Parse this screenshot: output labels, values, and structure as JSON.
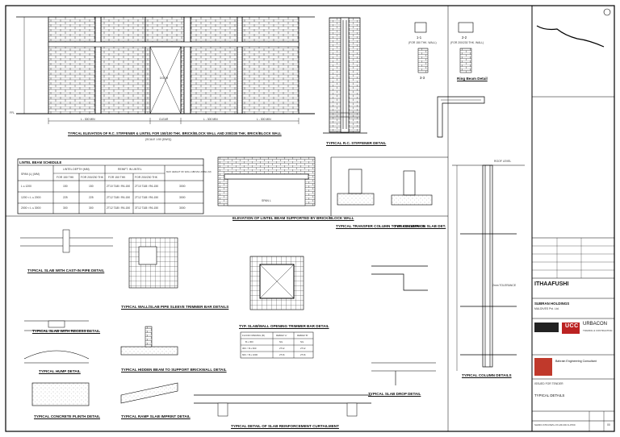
{
  "drawing_titles": {
    "elevation": "TYPICAL ELEVATION OF R.C. STIFFENER & LINTEL FOR 150/100 THK. BRICK/BLOCK WALL AND 200/230 THK. BRICK/BLOCK WALL",
    "elevation_sub": "(SCALE 1:50 (DWG))",
    "stiffener": "TYPICAL R.C. STIFFENER DETAIL",
    "ring_beam": "Ring Beam Detail",
    "lintel_elevation": "ELEVATION OF LINTEL BEAM SUPPORTED BY BRICK/BLOCK WALL",
    "transfer_column": "TYPICAL TRANSFER COLUMN TO BEAM DETAILS",
    "column_on_slab": "TYP. COLUMN ON SLAB DET.",
    "slab_cast_in_pipe": "TYPICAL SLAB WITH CAST-IN PIPE DETAIL",
    "trimmer_bar": "TYPICAL WALL/SLAB PIPE SLEEVE TRIMMER BAR DETAILS",
    "recess": "TYPICAL SLAB WITH RECESS DETAIL",
    "hump": "TYPICAL HUMP DETAIL",
    "hidden_beam": "TYPICAL HIDDEN BEAM TO SUPPORT BRICKWALL DETAIL",
    "slab_opening": "TYP. SLAB/WALL OPENING TRIMMER BAR DETAIL",
    "slab_drop": "TYPICAL SLAB DROP DETAIL",
    "concrete_plinth": "TYPICAL CONCRETE PLINTH DETAIL",
    "ramp": "TYPICAL RAMP SLAB IMPRINT DETAIL",
    "curtailment": "TYPICAL DETAIL OF SLAB REINFORCEMENT CURTAILMENT",
    "column_details": "TYPICAL COLUMN DETAILS",
    "roof_level": "ROOF LEVEL"
  },
  "lintel_schedule": {
    "title": "LINTEL BEAM SCHEDULE",
    "headers": [
      "SPAN (L) (MM)",
      "LINTEL DEPTH (MM)",
      "REINFT. IN LINTEL",
      "MAX HEIGHT OF WALL ABOVE LINTEL (M)"
    ],
    "sub_headers": [
      "FOR 150 THK",
      "FOR 200/230 THK",
      "FOR 150 THK",
      "FOR 200/230 THK"
    ],
    "rows": [
      [
        "L ≤ 1200",
        "150",
        "150",
        "2T10 T&B / R6-150",
        "2T10 T&B / R6-150",
        "3000"
      ],
      [
        "1200 < L ≤ 2000",
        "225",
        "225",
        "2T12 T&B / R6-150",
        "2T12 T&B / R6-150",
        "3000"
      ],
      [
        "2000 < L ≤ 3000",
        "300",
        "300",
        "2T12 T&B / R6-150",
        "3T12 T&B / R6-150",
        "3000"
      ]
    ]
  },
  "opening_table": {
    "headers": [
      "FLOOR OPENING (B)",
      "REBAR 'A'",
      "REBAR 'B'"
    ],
    "rows": [
      [
        "B ≤ 300",
        "NIL",
        "NIL"
      ],
      [
        "300 < B ≤ 600",
        "2T12",
        "2T12"
      ],
      [
        "600 < B ≤ 1000",
        "2T16",
        "2T16"
      ]
    ]
  },
  "dim_labels": {
    "span_1": "L - 300 MIN",
    "clear": "CLEAR",
    "span_2": "L - 300 MIN",
    "span_3": "L - 300 MIN",
    "door": "DOOR",
    "ffl": "FFL",
    "section_a": "1-1",
    "section_b": "2-2",
    "section_c": "3-3",
    "sec_a_note": "(FOR 150 THK. WALL)",
    "sec_b_note": "(FOR 200/230 THK. WALL)",
    "span": "SPAN L",
    "tolerance": "2mm TOLERANCE"
  },
  "title_block": {
    "project": "ITHAAFUSHI",
    "client": "SUBRAN HOLDINGS",
    "client_sub": "MALDIVES Pvt. Ltd.",
    "consultant_logo": "UCC",
    "consultant_name": "URBACON",
    "consultant_sub": "TRADING & CONTRACTING",
    "engineer": "Bahrain Engineering Consultant",
    "drawing_title": "TYPICAL DETAILS",
    "stage": "ISSUED FOR TENDER",
    "drawing_no": "SHIRO-STR-DWG-XX-ZZ-DR-S-0700",
    "rev": "00"
  }
}
